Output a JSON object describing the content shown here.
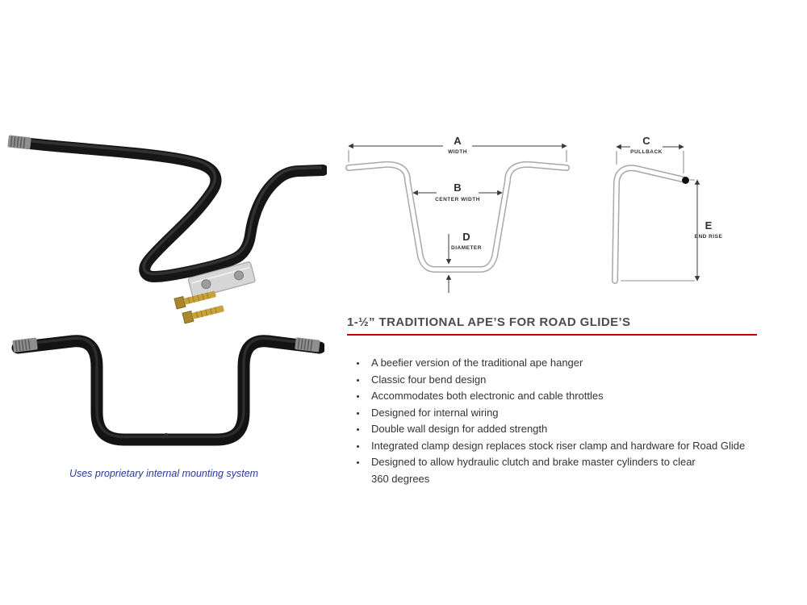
{
  "colors": {
    "heading_text": "#4c4c4e",
    "divider_red": "#cc0000",
    "caption_blue": "#283a97",
    "handlebar_black": "#141414",
    "diagram_tube_gray": "#a8a8a8",
    "clamp_silver": "#d6d6d6",
    "bolt_gold": "#c7a23c"
  },
  "photos": {
    "caption": "Uses proprietary internal mounting system"
  },
  "diagram": {
    "front": {
      "a_letter": "A",
      "a_caption": "WIDTH",
      "b_letter": "B",
      "b_caption": "CENTER WIDTH",
      "d_letter": "D",
      "d_caption": "DIAMETER"
    },
    "side": {
      "c_letter": "C",
      "c_caption": "PULLBACK",
      "e_letter": "E",
      "e_caption": "END RISE"
    }
  },
  "details": {
    "heading": "1-½” TRADITIONAL APE’S FOR ROAD GLIDE’S",
    "bullets": [
      "A beefier version of the traditional ape hanger",
      "Classic four bend design",
      "Accommodates both electronic and cable throttles",
      "Designed for internal wiring",
      "Double wall design for added strength",
      "Integrated clamp design replaces stock riser clamp and hardware for Road Glide",
      "Designed to allow hydraulic clutch and brake master cylinders to clear\n360 degrees"
    ]
  }
}
